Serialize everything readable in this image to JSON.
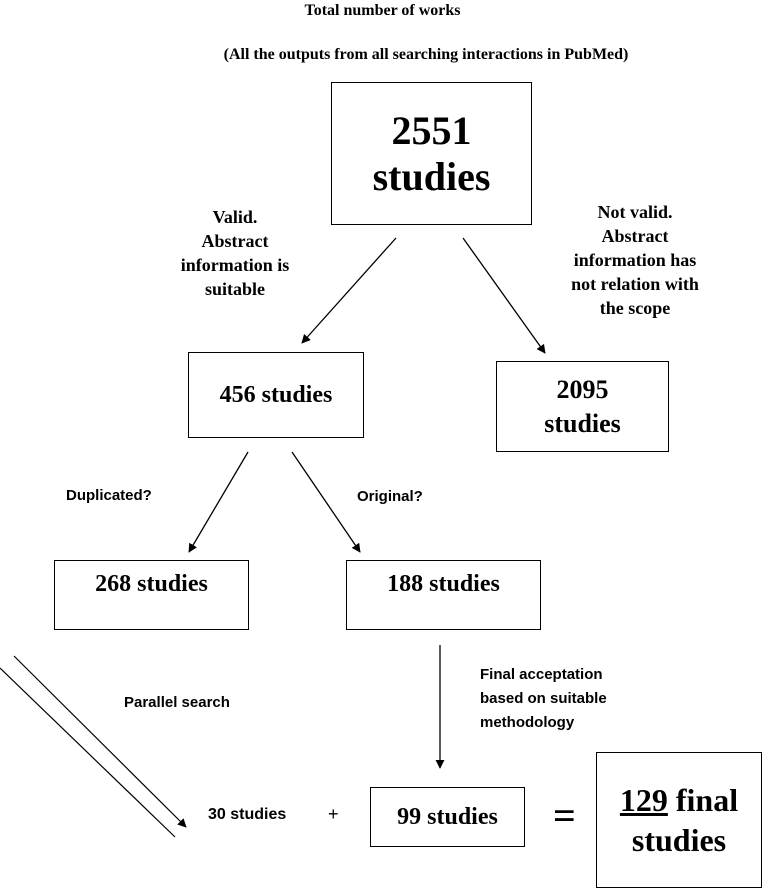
{
  "header": {
    "line1": "Total number of works",
    "line2": "(All the outputs from all searching interactions in PubMed)"
  },
  "boxes": {
    "total": {
      "line1": "2551",
      "line2": "studies"
    },
    "valid": {
      "label": "456 studies"
    },
    "not_valid": {
      "line1": "2095",
      "line2": "studies"
    },
    "duplicated": {
      "label": "268 studies"
    },
    "original": {
      "label": "188 studies"
    },
    "accepted": {
      "label": "99 studies"
    },
    "final": {
      "number": "129",
      "rest": " final",
      "line2": "studies"
    }
  },
  "labels": {
    "valid": [
      "Valid.",
      "Abstract",
      "information is",
      "suitable"
    ],
    "not_valid": [
      "Not valid.",
      "Abstract",
      "information has",
      "not relation with",
      "the scope"
    ],
    "duplicated": "Duplicated?",
    "original": "Original?",
    "parallel_search": "Parallel search",
    "final_acceptation": [
      "Final acceptation",
      "based on suitable",
      "methodology"
    ],
    "parallel_count": "30 studies",
    "plus": "+",
    "equals": "="
  }
}
